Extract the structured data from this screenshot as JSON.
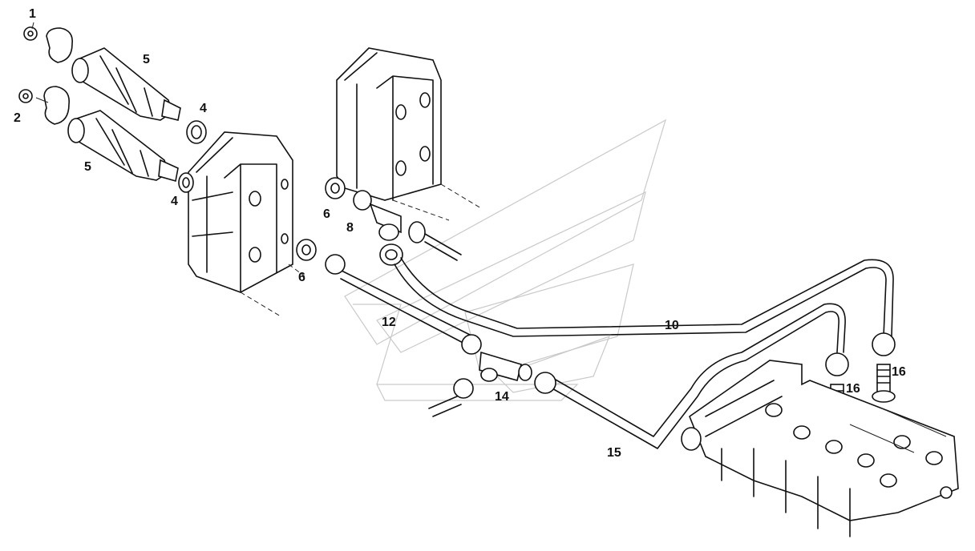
{
  "callouts": {
    "c1": "1",
    "c2": "2",
    "c4a": "4",
    "c4b": "4",
    "c5a": "5",
    "c5b": "5",
    "c6a": "6",
    "c6b": "6",
    "c8": "8",
    "c10": "10",
    "c12": "12",
    "c14": "14",
    "c15": "15",
    "c16a": "16",
    "c16b": "16"
  },
  "colors": {
    "line": "#111111",
    "watermark": "#c9c9c9",
    "background": "#ffffff"
  }
}
